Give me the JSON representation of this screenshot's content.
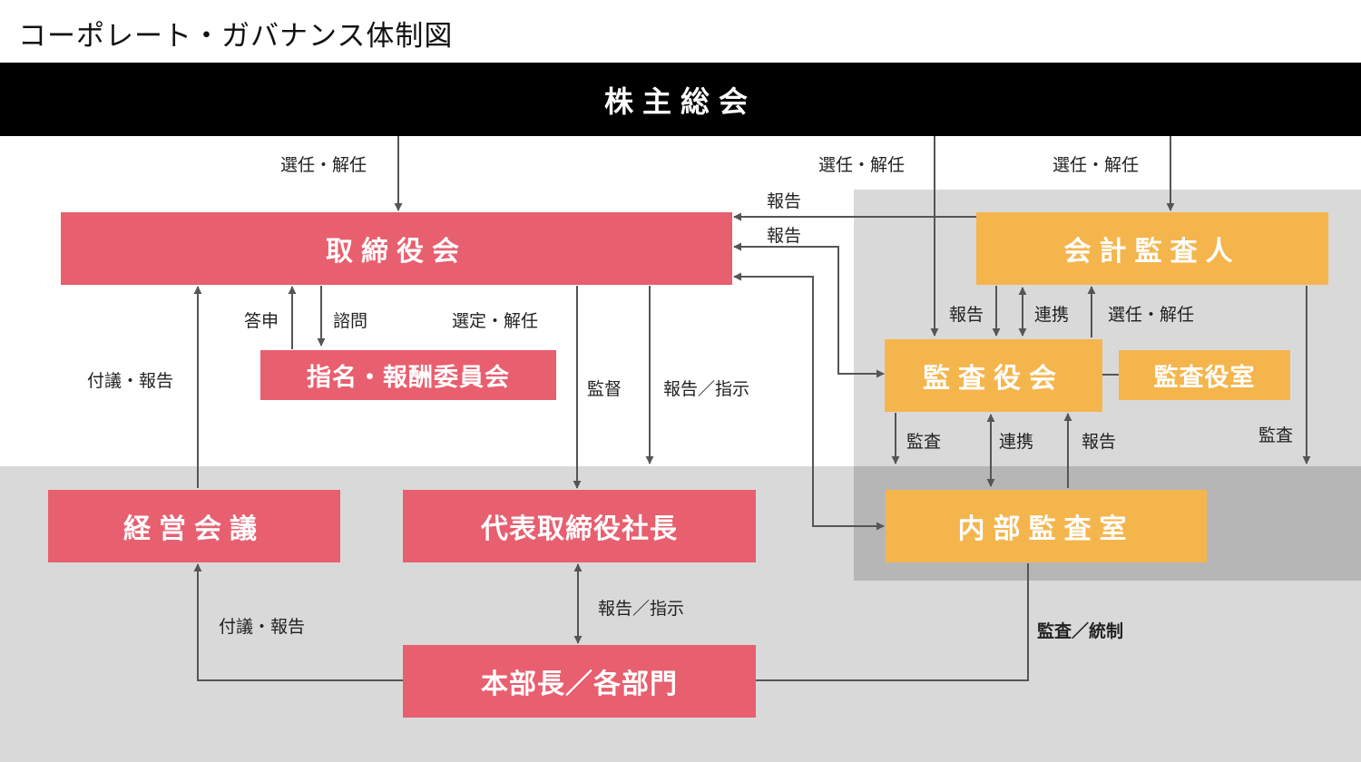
{
  "title": "コーポレート・ガバナンス体制図",
  "colors": {
    "header": "#000000",
    "governance": "#e85f6f",
    "audit": "#f5b54d",
    "panel": "#d9d9d9",
    "panel_dark": "#b6b6b6",
    "arrow": "#555555"
  },
  "boxes": {
    "shareholders": "株主総会",
    "board": "取締役会",
    "nomination": "指名・報酬委員会",
    "management_meeting": "経営会議",
    "president": "代表取締役社長",
    "divisions": "本部長／各部門",
    "accounting_auditor": "会計監査人",
    "audit_board": "監査役会",
    "audit_office": "監査役室",
    "internal_audit": "内部監査室"
  },
  "labels": {
    "elect_board": "選任・解任",
    "elect_audit_board": "選任・解任",
    "elect_accountant": "選任・解任",
    "report_accountant_board": "報告",
    "report_auditboard_board": "報告",
    "answer": "答申",
    "consult": "諮問",
    "select_dismiss": "選定・解任",
    "supervise": "監督",
    "report_instruct_1": "報告／指示",
    "proposal_report_1": "付議・報告",
    "report_acc_audit": "報告",
    "cooperate_acc_audit": "連携",
    "elect_acc_by_audit": "選任・解任",
    "audit_1": "監査",
    "cooperate_audit_internal": "連携",
    "report_internal_audit": "報告",
    "audit_2": "監査",
    "report_instruct_2": "報告／指示",
    "proposal_report_2": "付議・報告",
    "audit_control": "監査／統制"
  }
}
